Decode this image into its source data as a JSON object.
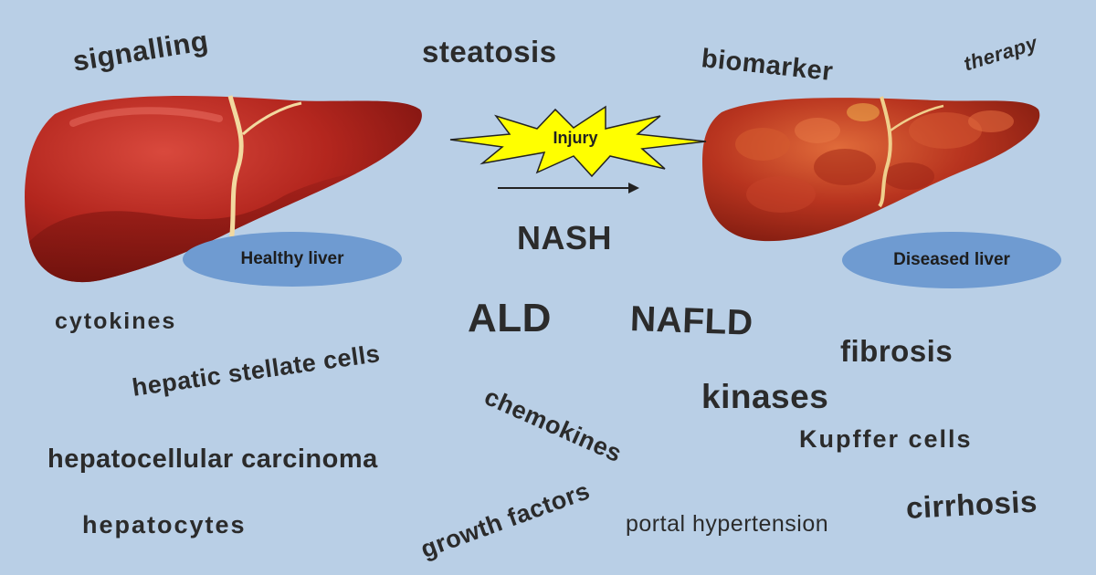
{
  "labels": {
    "injury": "Injury",
    "healthy_liver": "Healthy liver",
    "diseased_liver": "Diseased liver"
  },
  "terms": {
    "signalling": "signalling",
    "steatosis": "steatosis",
    "biomarker": "biomarker",
    "therapy": "therapy",
    "nash": "NASH",
    "cytokines": "cytokines",
    "ald": "ALD",
    "nafld": "NAFLD",
    "hepatic_stellate_cells": "hepatic stellate cells",
    "fibrosis": "fibrosis",
    "chemokines": "chemokines",
    "kinases": "kinases",
    "kupffer_cells": "Kupffer cells",
    "hepatocellular_carcinoma": "hepatocellular carcinoma",
    "growth_factors": "growth factors",
    "cirrhosis": "cirrhosis",
    "hepatocytes": "hepatocytes",
    "portal_hypertension": "portal hypertension"
  },
  "colors": {
    "background": "#b9cfe6",
    "oval": "#6f9bd1",
    "liver_healthy": "#b3261e",
    "liver_diseased": "#b8341f",
    "starburst": "#ffff00",
    "text": "#2b2b2b"
  },
  "icons": {
    "healthy_liver": "liver-illustration",
    "diseased_liver": "diseased-liver-illustration",
    "injury": "starburst",
    "arrow": "right-arrow"
  }
}
